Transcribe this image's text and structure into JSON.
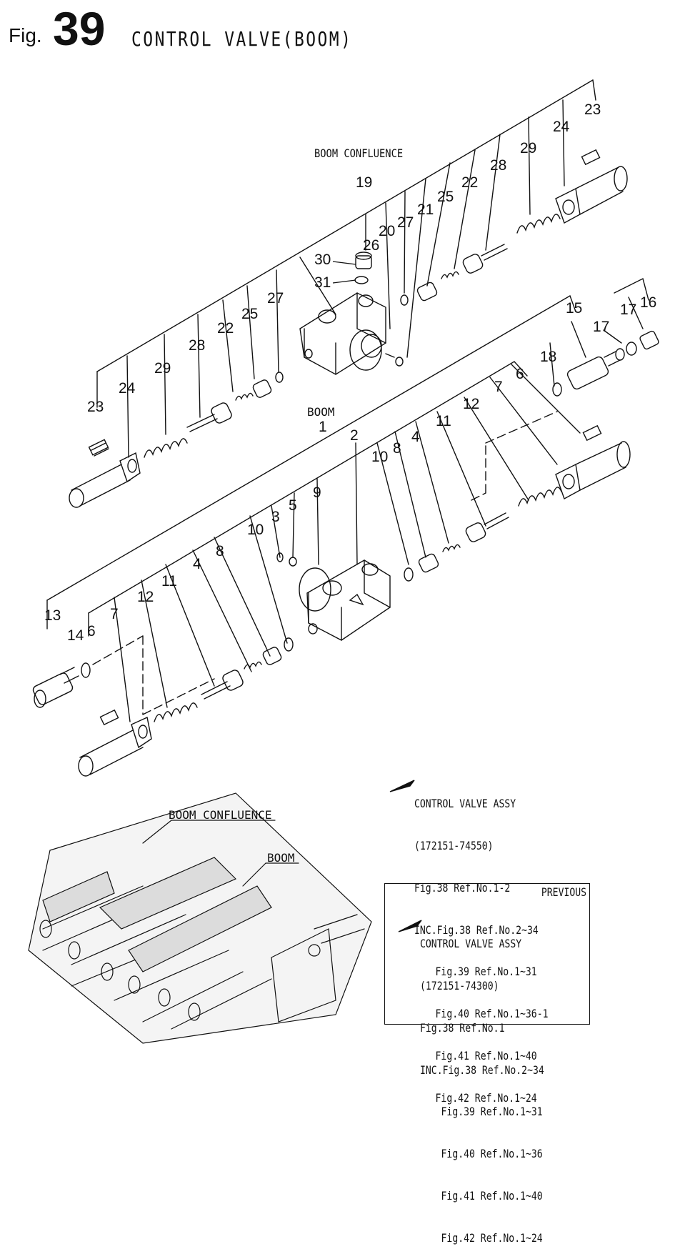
{
  "header": {
    "fig_prefix": "Fig.",
    "fig_number": "39",
    "title": "CONTROL VALVE(BOOM)"
  },
  "diagram": {
    "section_upper": "BOOM CONFLUENCE",
    "section_lower_a": "BOOM",
    "section_lower_b": "1",
    "upper_callouts": [
      "23",
      "24",
      "29",
      "28",
      "22",
      "25",
      "27",
      "19",
      "26",
      "20",
      "27",
      "21",
      "25",
      "22",
      "28",
      "29",
      "24",
      "23",
      "30",
      "31"
    ],
    "lower_callouts": [
      "13",
      "14",
      "6",
      "7",
      "12",
      "11",
      "4",
      "8",
      "10",
      "3",
      "5",
      "9",
      "2",
      "10",
      "8",
      "4",
      "11",
      "12",
      "7",
      "6",
      "15",
      "16",
      "17",
      "17",
      "18"
    ],
    "overview_label_a": "BOOM CONFLUENCE",
    "overview_label_b": "BOOM"
  },
  "assy_current": {
    "title": "CONTROL VALVE ASSY",
    "part_no": "(172151-74550)",
    "fig_ref": "Fig.38 Ref.No.1-2",
    "inc": "INC.Fig.38 Ref.No.2~34",
    "lines": [
      "Fig.39 Ref.No.1~31",
      "Fig.40 Ref.No.1~36-1",
      "Fig.41 Ref.No.1~40",
      "Fig.42 Ref.No.1~24"
    ]
  },
  "assy_previous": {
    "label": "PREVIOUS",
    "title": "CONTROL VALVE ASSY",
    "part_no": "(172151-74300)",
    "fig_ref": "Fig.38 Ref.No.1",
    "inc": "INC.Fig.38 Ref.No.2~34",
    "lines": [
      "Fig.39 Ref.No.1~31",
      "Fig.40 Ref.No.1~36",
      "Fig.41 Ref.No.1~40",
      "Fig.42 Ref.No.1~24"
    ]
  }
}
